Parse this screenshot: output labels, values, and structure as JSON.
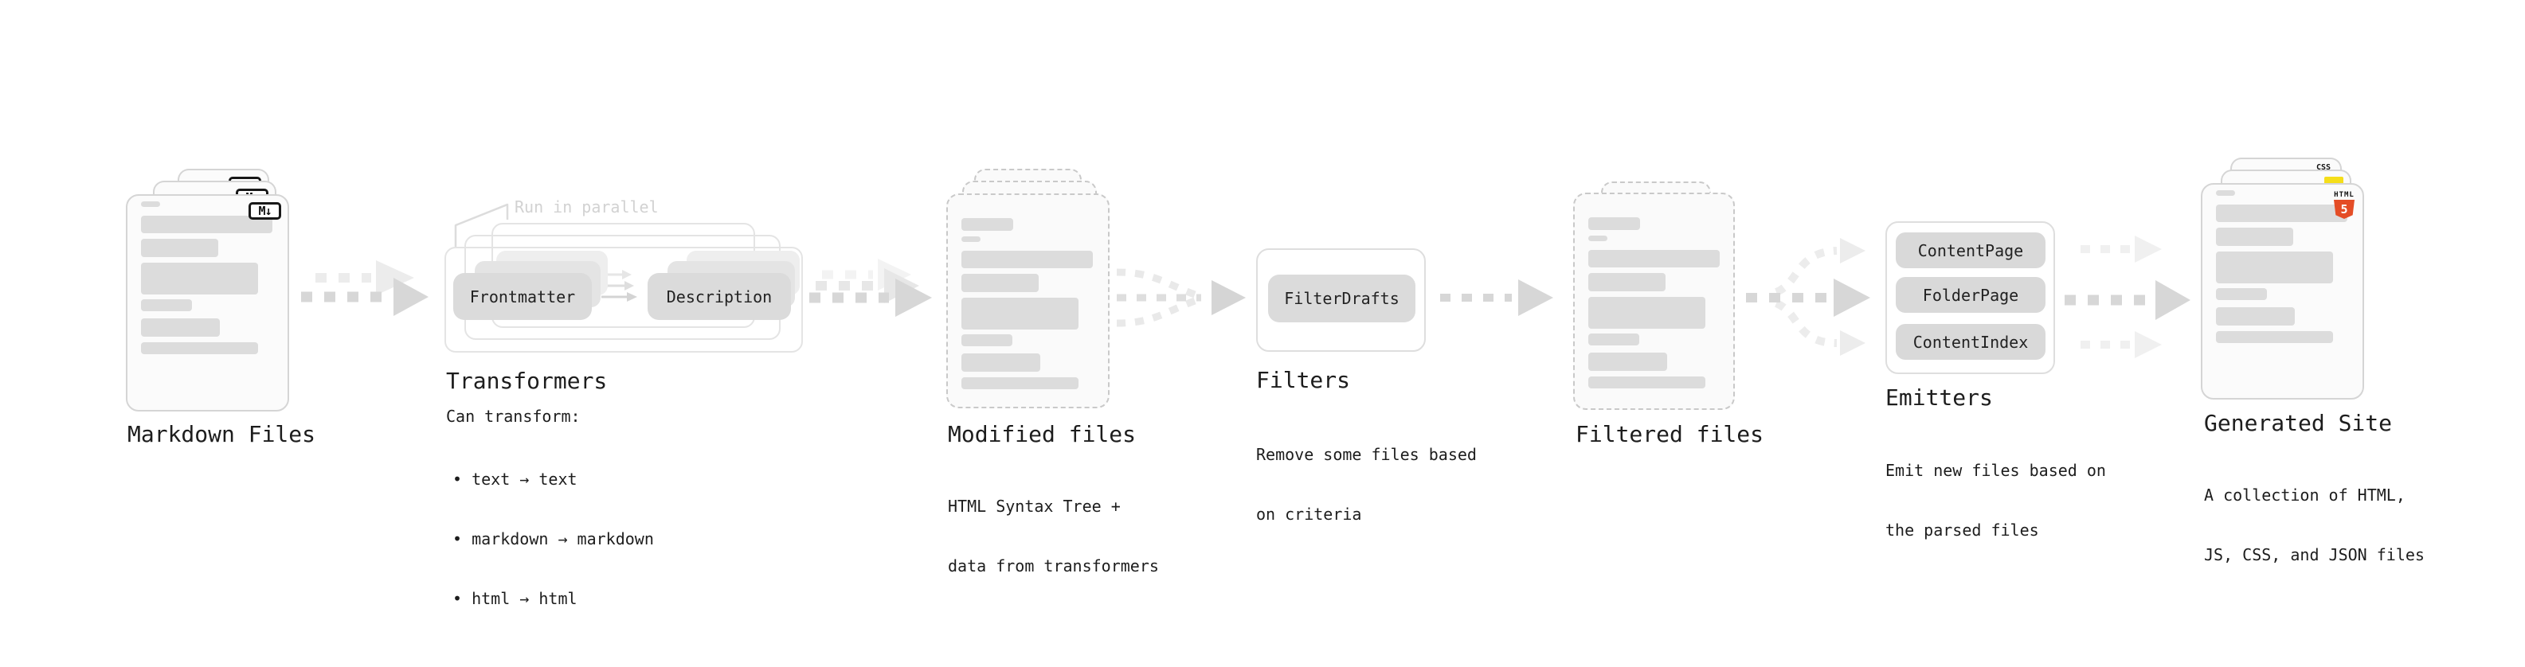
{
  "palette": {
    "background": "#ffffff",
    "card_border": "#d5d5d5",
    "skeleton_gray": "#dcdcdc",
    "pill_gray": "#dbdbdb",
    "arrow_gray": "#d7d7d7",
    "faint_text": "#d2d2d2",
    "html5_orange": "#e44d26",
    "js_yellow": "#f5de19",
    "css_blue": "#2965f1"
  },
  "stages": {
    "markdown_files": {
      "title": "Markdown Files",
      "badge": "M↓"
    },
    "transformers": {
      "title": "Transformers",
      "annotation": "Run in parallel",
      "pills": [
        "Frontmatter",
        "Description"
      ],
      "desc_heading": "Can transform:",
      "bullets": [
        "• text → text",
        "• markdown → markdown",
        "• html → html"
      ]
    },
    "modified_files": {
      "title": "Modified files",
      "desc": [
        "HTML Syntax Tree +",
        "data from transformers"
      ]
    },
    "filters": {
      "title": "Filters",
      "pills": [
        "FilterDrafts"
      ],
      "desc": [
        "Remove some files based",
        "on criteria"
      ]
    },
    "filtered_files": {
      "title": "Filtered files"
    },
    "emitters": {
      "title": "Emitters",
      "pills": [
        "ContentPage",
        "FolderPage",
        "ContentIndex"
      ],
      "desc": [
        "Emit new files based on",
        "the parsed files"
      ]
    },
    "generated_site": {
      "title": "Generated Site",
      "desc": [
        "A collection of HTML,",
        "JS, CSS, and JSON files"
      ],
      "badges": {
        "css_label": "CSS",
        "html_label": "HTML",
        "html_number": "5"
      }
    }
  }
}
